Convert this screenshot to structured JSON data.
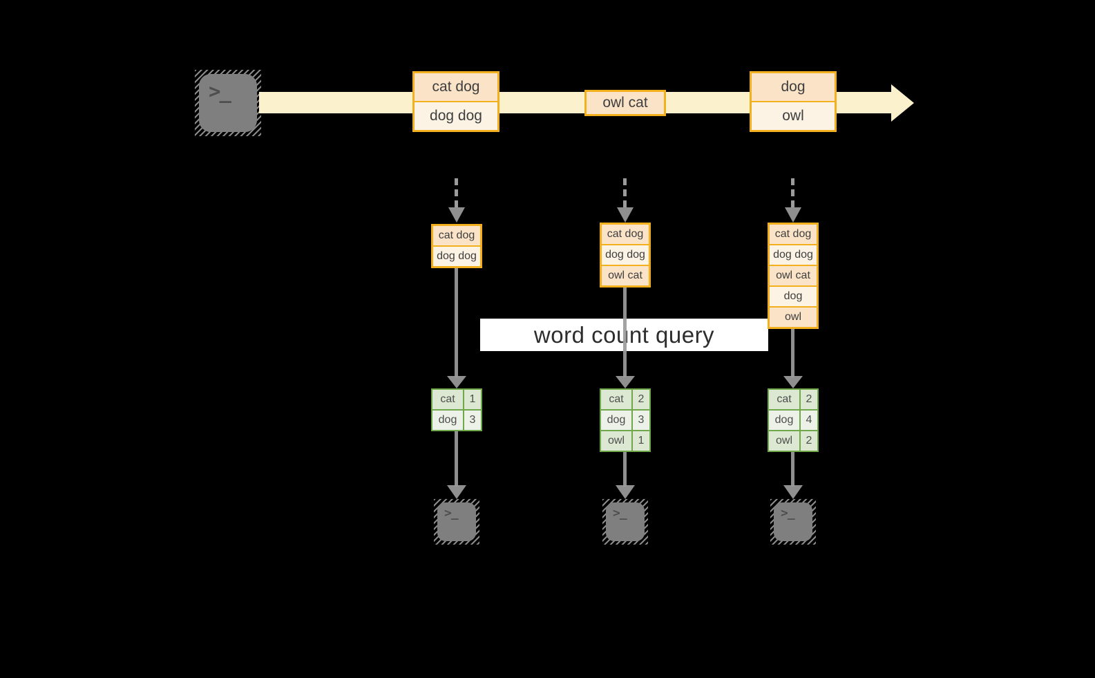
{
  "colors": {
    "background": "#000000",
    "stream_band": "#FBF1CC",
    "record_border": "#F2B01E",
    "record_fill_dark": "#FAE3C7",
    "record_fill_light": "#FCF3E4",
    "table_border": "#6FA74B",
    "table_fill_dark": "#DCE8D2",
    "table_fill_light": "#EDF2E8",
    "arrow_gray": "#9B9B9B",
    "terminal_gray": "#7F7F7F",
    "query_band": "#FFFFFF"
  },
  "icons": {
    "terminal_prompt": ">_"
  },
  "stream": {
    "batches": [
      {
        "records": [
          "cat dog",
          "dog dog"
        ]
      },
      {
        "records": [
          "owl cat"
        ]
      },
      {
        "records": [
          "dog",
          "owl"
        ]
      }
    ]
  },
  "query": {
    "label": "word count query"
  },
  "columns": [
    {
      "state": [
        "cat dog",
        "dog dog"
      ],
      "counts": [
        {
          "word": "cat",
          "count": "1"
        },
        {
          "word": "dog",
          "count": "3"
        }
      ]
    },
    {
      "state": [
        "cat dog",
        "dog dog",
        "owl cat"
      ],
      "counts": [
        {
          "word": "cat",
          "count": "2"
        },
        {
          "word": "dog",
          "count": "3"
        },
        {
          "word": "owl",
          "count": "1"
        }
      ]
    },
    {
      "state": [
        "cat dog",
        "dog dog",
        "owl cat",
        "dog",
        "owl"
      ],
      "counts": [
        {
          "word": "cat",
          "count": "2"
        },
        {
          "word": "dog",
          "count": "4"
        },
        {
          "word": "owl",
          "count": "2"
        }
      ]
    }
  ]
}
